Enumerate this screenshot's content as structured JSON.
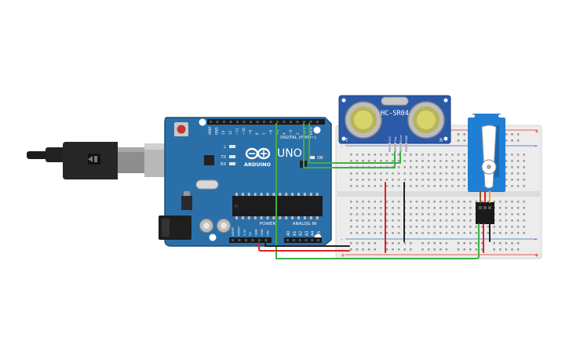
{
  "colors": {
    "board": "#2b6fa8",
    "board_dark": "#1d4f7a",
    "breadboard": "#ececec",
    "rail_red": "#e02a2a",
    "rail_blue": "#3a66c4",
    "wire_green": "#3cb043",
    "wire_red": "#e02020",
    "wire_black": "#222222",
    "sensor_blue": "#2a5aa8",
    "servo_blue": "#1f7fd4"
  },
  "arduino": {
    "brand": "ARDUINO",
    "model": "UNO",
    "digital_label": "DIGITAL (PWM~)",
    "power_label": "POWER",
    "analog_label": "ANALOG IN",
    "on_label": "ON",
    "tx_label": "TX",
    "rx_label": "RX",
    "l_label": "L",
    "analog_pins": [
      "A0",
      "A1",
      "A2",
      "A3",
      "A4",
      "A5"
    ],
    "power_pins": [
      "IOREF",
      "RESET",
      "3.3V",
      "5V",
      "GND",
      "GND",
      "VIN"
    ],
    "digital_pins": [
      "AREF",
      "GND",
      "13",
      "12",
      "~11",
      "~10",
      "~9",
      "8",
      "7",
      "~6",
      "~5",
      "4",
      "~3",
      "2",
      "TX 1",
      "RX 0"
    ]
  },
  "sensor": {
    "model": "HC-SR04",
    "left_mark": "T",
    "right_mark": "R",
    "pins": [
      "VCC",
      "Trig",
      "Echo",
      "GND"
    ]
  },
  "breadboard": {
    "plus": "+",
    "minus": "-"
  },
  "icons": {
    "usb_cable": "usb-cable-icon",
    "arduino_logo": "infinity-logo-icon"
  }
}
